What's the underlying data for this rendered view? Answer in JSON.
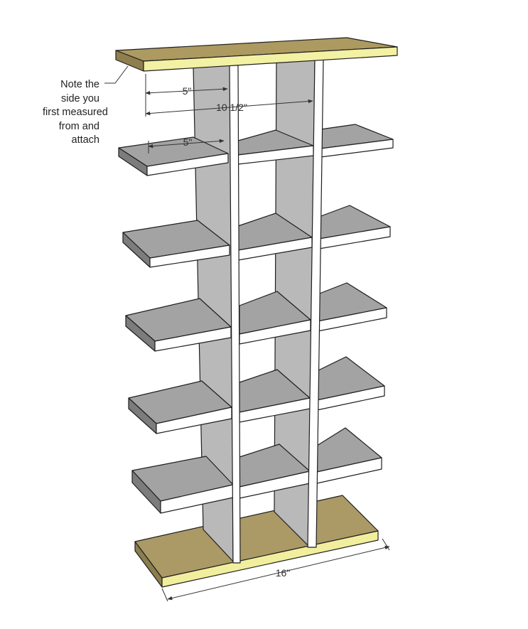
{
  "note": {
    "lines": [
      "Note the",
      "side you",
      "first measured",
      "from and",
      "attach"
    ]
  },
  "dimensions": {
    "upper_gap": "5\"",
    "middle_span": "10 1/2\"",
    "shelf_gap": "5\"",
    "base_width": "16\""
  },
  "colors": {
    "panel_gray": "#b9b9b9",
    "shelf_gray": "#a3a3a3",
    "shelf_front": "#ffffff",
    "top_wood": "#ad9a61",
    "top_front": "#f3f1a3",
    "base_wood": "#ab9966",
    "base_front": "#f1ef9e",
    "outline": "#1f1f1f"
  }
}
